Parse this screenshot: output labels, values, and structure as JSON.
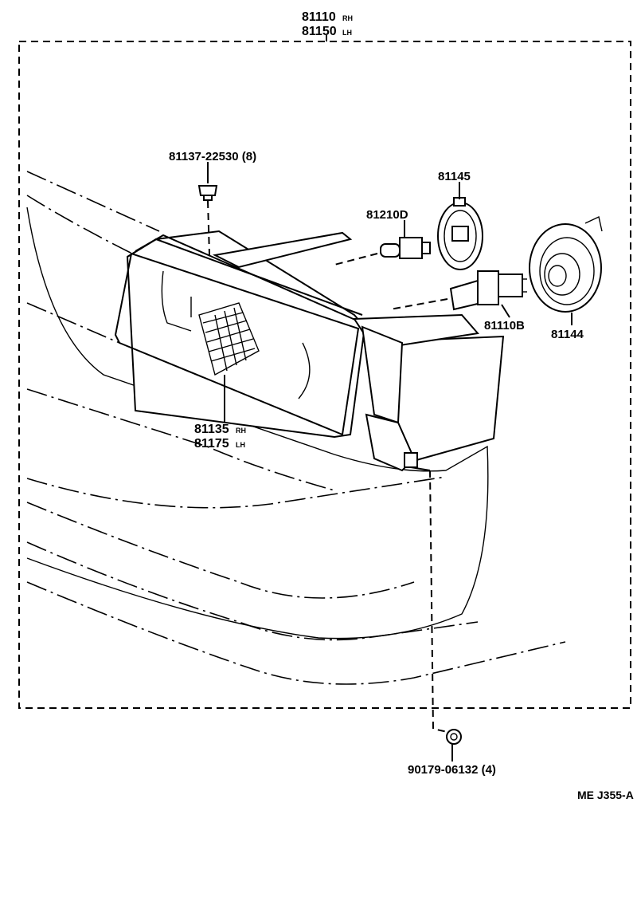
{
  "assembly": {
    "part_rh": "81110",
    "suffix_rh": "RH",
    "part_lh": "81150",
    "suffix_lh": "LH"
  },
  "callouts": {
    "screw": "81137-22530 (8)",
    "bulb_small": "81210D",
    "socket": "81145",
    "bulb_main": "81110B",
    "cover": "81144",
    "lens_rh": "81135",
    "lens_rh_suffix": "RH",
    "lens_lh": "81175",
    "lens_lh_suffix": "LH",
    "nut": "90179-06132 (4)"
  },
  "diagram_code": "ME J355-A"
}
